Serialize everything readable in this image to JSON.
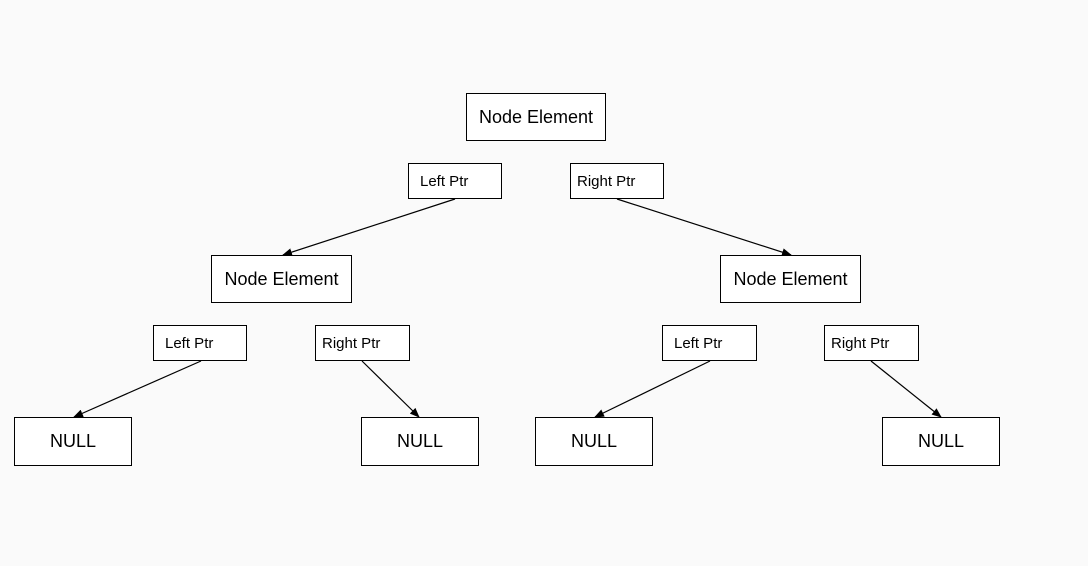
{
  "diagram": {
    "root": {
      "label": "Node Element",
      "left_ptr": "Left Ptr",
      "right_ptr": "Right Ptr"
    },
    "left_child": {
      "label": "Node Element",
      "left_ptr": "Left Ptr",
      "right_ptr": "Right Ptr"
    },
    "right_child": {
      "label": "Node Element",
      "left_ptr": "Left Ptr",
      "right_ptr": "Right Ptr"
    },
    "leaves": [
      "NULL",
      "NULL",
      "NULL",
      "NULL"
    ]
  }
}
